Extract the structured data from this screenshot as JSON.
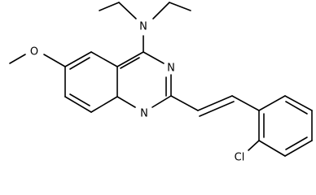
{
  "structure": {
    "atom_labels": {
      "n_amine": "N",
      "n1": "N",
      "n3": "N",
      "o_methoxy": "O",
      "cl": "Cl"
    }
  }
}
